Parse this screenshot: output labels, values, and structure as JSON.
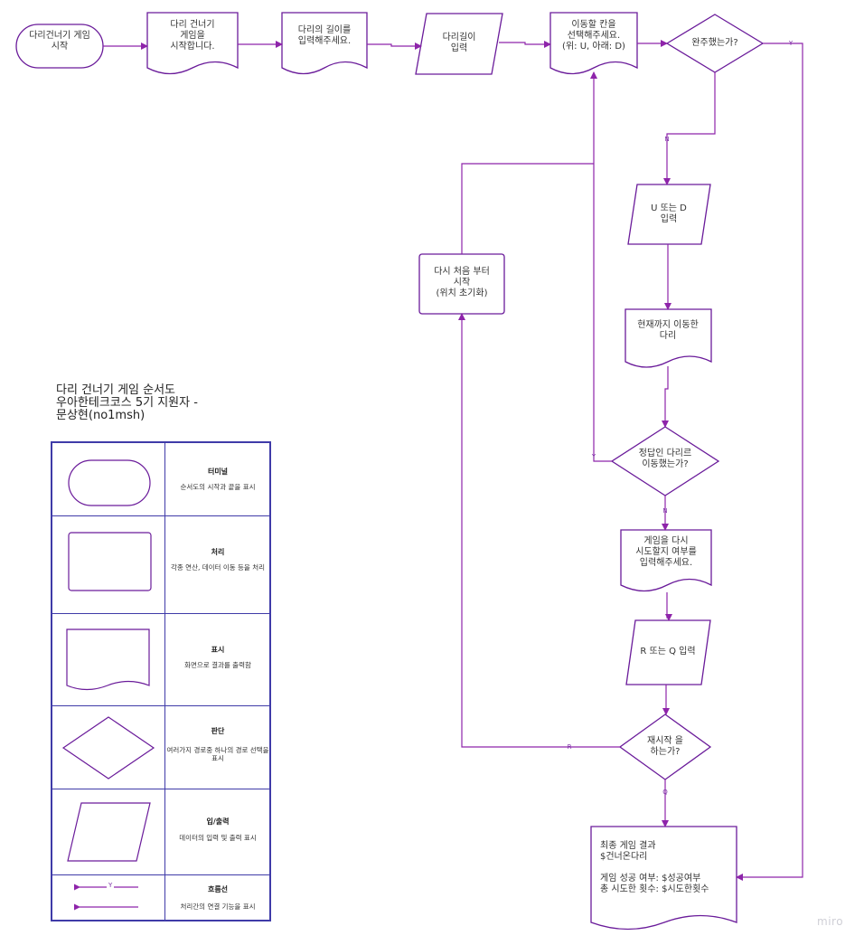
{
  "colors": {
    "shape_stroke": "#6a1b9a",
    "line": "#8e24aa",
    "legend_border": "#3f3ba8"
  },
  "nodes": {
    "start": "다리건너기 게임\n시작",
    "announce": "다리 건너기\n게임을\n시작합니다.",
    "ask_length": "다리의 길이를\n입력해주세요.",
    "input_length": "다리길이\n입력",
    "ask_move": "이동할 칸을\n선택해주세요.\n(위: U, 아래: D)",
    "is_done": "완주했는가?",
    "input_ud": "U 또는 D\n입력",
    "show_bridge": "현재까지 이동한\n다리",
    "is_correct": "정답인 다리르\n이동했는가?",
    "ask_retry": "게임을 다시\n시도할지 여부를\n입력해주세요.",
    "input_rq": "R 또는 Q 입력",
    "is_retry": "재시작 을\n하는가?",
    "restart": "다시 처음 부터\n시작\n(위치 초기화)",
    "result": "최종 게임 결과\n$건너온다리\n\n게임 성공 여부: $성공여부\n총 시도한 횟수: $시도한횟수"
  },
  "edges": {
    "y": "Y",
    "n": "N",
    "r": "R",
    "q": "Q"
  },
  "title": "다리 건너기 게임 순서도\n우아한테크코스 5기 지원자 -\n문상현(no1msh)",
  "legend": [
    {
      "name": "터미널",
      "desc": "순서도의 시작과 끝을 표시"
    },
    {
      "name": "처리",
      "desc": "각종 연산, 데이터 이동 등을 처리"
    },
    {
      "name": "표시",
      "desc": "화면으로 결과를 출력함"
    },
    {
      "name": "판단",
      "desc": "여러가지 경로중 하나의 경로 선택을 표시"
    },
    {
      "name": "입/출력",
      "desc": "데이터의 입력 및 출력 표시"
    },
    {
      "name": "흐름선",
      "desc": "처리간의 연결 기능을 표시"
    }
  ],
  "legend_flow_label": "Y",
  "watermark": "miro"
}
